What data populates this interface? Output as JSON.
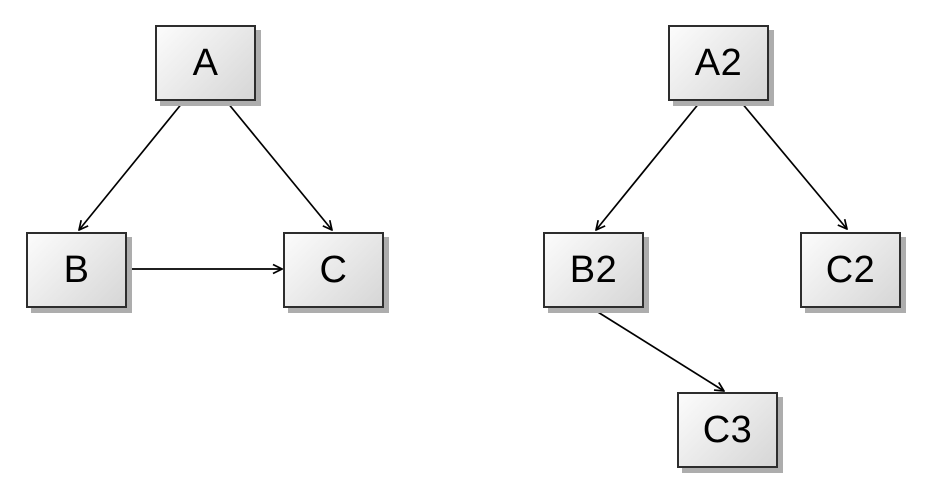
{
  "left_graph": {
    "nodes": [
      {
        "id": "A",
        "label": "A"
      },
      {
        "id": "B",
        "label": "B"
      },
      {
        "id": "C",
        "label": "C"
      }
    ],
    "edges": [
      {
        "from": "A",
        "to": "B"
      },
      {
        "from": "A",
        "to": "C"
      },
      {
        "from": "B",
        "to": "C"
      }
    ]
  },
  "right_graph": {
    "nodes": [
      {
        "id": "A2",
        "label": "A2"
      },
      {
        "id": "B2",
        "label": "B2"
      },
      {
        "id": "C2",
        "label": "C2"
      },
      {
        "id": "C3",
        "label": "C3"
      }
    ],
    "edges": [
      {
        "from": "A2",
        "to": "B2"
      },
      {
        "from": "A2",
        "to": "C2"
      },
      {
        "from": "B2",
        "to": "C3"
      }
    ]
  },
  "colors": {
    "canvas_background": "#ffffff",
    "node_fill_top": "#fcfcfc",
    "node_fill_bottom": "#d6d6d6",
    "node_border": "#2d2d2d",
    "node_shadow": "#adadad",
    "edge_color": "#000000",
    "label_color": "#000000"
  }
}
